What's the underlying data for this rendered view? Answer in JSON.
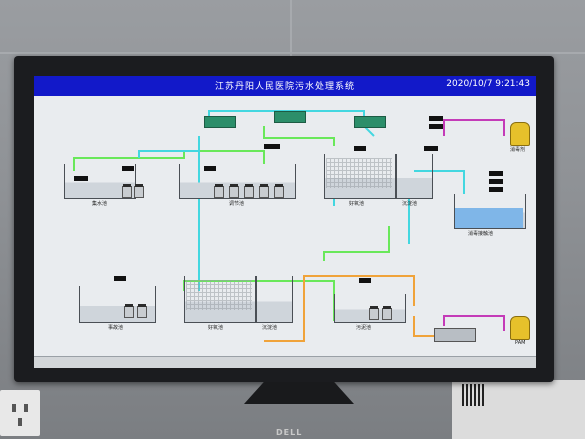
{
  "window": {
    "title": "江苏丹阳人民医院污水处理系统",
    "datetime": "2020/10/7 9:21:43"
  },
  "tanks": [
    {
      "label": "集水池"
    },
    {
      "label": "调节池"
    },
    {
      "label": "好氧池"
    },
    {
      "label": "沉淀池"
    },
    {
      "label": "消毒接触池"
    },
    {
      "label": "事故池"
    },
    {
      "label": "好氧池"
    },
    {
      "label": "沉淀池"
    },
    {
      "label": "污泥池"
    }
  ],
  "labels": {
    "disinfect": "消毒剂",
    "pam": "PAM"
  },
  "colors": {
    "title_bar": "#1219c9",
    "pipe_green": "#69e85a",
    "pipe_cyan": "#43d7e0",
    "pipe_orange": "#f0a33a",
    "pipe_magenta": "#c43bb8",
    "value_bg": "#111111",
    "value_fg": "#ffe44a"
  },
  "monitor": {
    "brand": "DELL"
  }
}
